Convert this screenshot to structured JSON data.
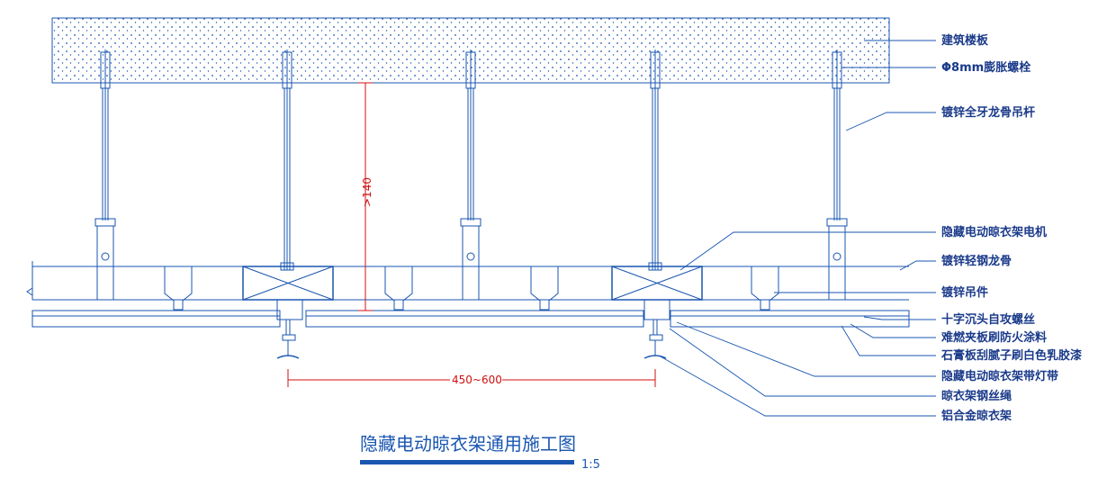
{
  "labels": {
    "slab": "建筑楼板",
    "expansion_bolt": "Φ8mm膨胀螺栓",
    "hanger_rod": "镀锌全牙龙骨吊杆",
    "motor": "隐藏电动晾衣架电机",
    "light_keel": "镀锌轻钢龙骨",
    "hanger_clip": "镀锌吊件",
    "screw": "十字沉头自攻螺丝",
    "fire_board": "难燃夹板刷防火涂料",
    "gypsum_board": "石膏板刮腻子刷白色乳胶漆",
    "light_strip": "隐藏电动晾衣架带灯带",
    "wire_rope": "晾衣架钢丝绳",
    "alu_rack": "铝合金晾衣架"
  },
  "dimensions": {
    "vertical": ">140",
    "horizontal": "450~600"
  },
  "title": {
    "main": "隐藏电动晾衣架通用施工图",
    "scale": "1:5"
  },
  "colors": {
    "line": "#1a56b0",
    "dimension": "#d01010",
    "text": "#1a3a8a"
  }
}
